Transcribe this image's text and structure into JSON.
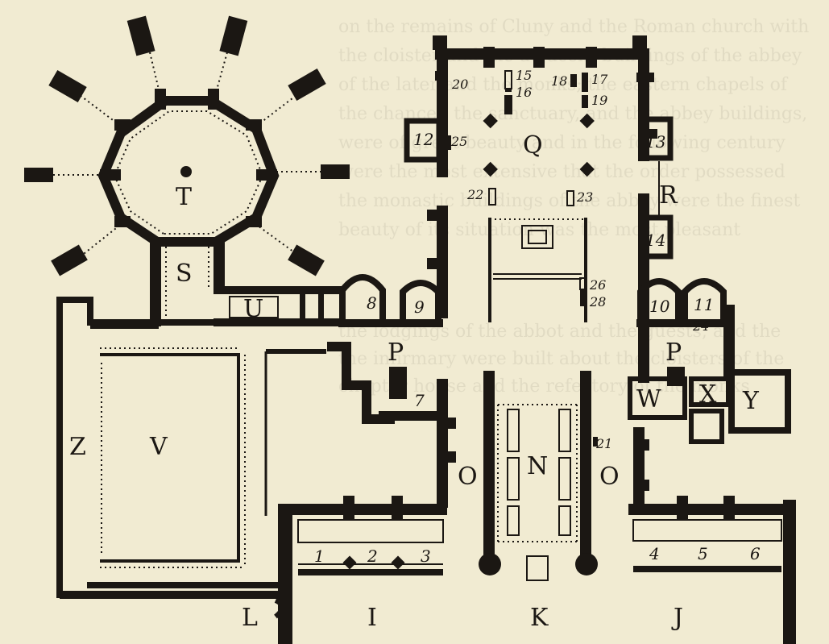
{
  "background_text": {
    "lines": [
      "on the remains of Cluny and the Roman church with",
      "the cloister and the adjacent buildings of the abbey",
      "of the later and the monks; the eastern chapels of",
      "the chancel, the sanctuary, and the abbey buildings,",
      "were of great beauty and in the following century",
      "were the most extensive that the order possessed",
      "the monastic buildings of the abbey were the finest",
      "beauty of its situation was the most pleasant"
    ],
    "para_lines": [
      "the lodgings of the abbot and the guests, and the",
      "the infirmary were built about the cloisters of the",
      "chapter house and the refectory of the monks"
    ]
  },
  "labels": {
    "T": "T",
    "S": "S",
    "U": "U",
    "V": "V",
    "Z": "Z",
    "Q": "Q",
    "R": "R",
    "P1": "P",
    "P2": "P",
    "N": "N",
    "O1": "O",
    "O2": "O",
    "W": "W",
    "X": "X",
    "Y": "Y",
    "I": "I",
    "K": "K",
    "L": "L",
    "J": "J"
  },
  "numbers": {
    "n1": "1",
    "n2": "2",
    "n3": "3",
    "n4": "4",
    "n5": "5",
    "n6": "6",
    "n7": "7",
    "n8": "8",
    "n9": "9",
    "n10": "10",
    "n11": "11",
    "n12": "12",
    "n13": "13",
    "n14": "14",
    "n15": "15",
    "n16": "16",
    "n17": "17",
    "n18": "18",
    "n19": "19",
    "n20": "20",
    "n21": "21",
    "n22": "22",
    "n23": "23",
    "n24": "24",
    "n25": "25",
    "n26": "26",
    "n28": "28"
  },
  "colors": {
    "paper": "#f1ebd2",
    "ink": "#1b1713"
  }
}
